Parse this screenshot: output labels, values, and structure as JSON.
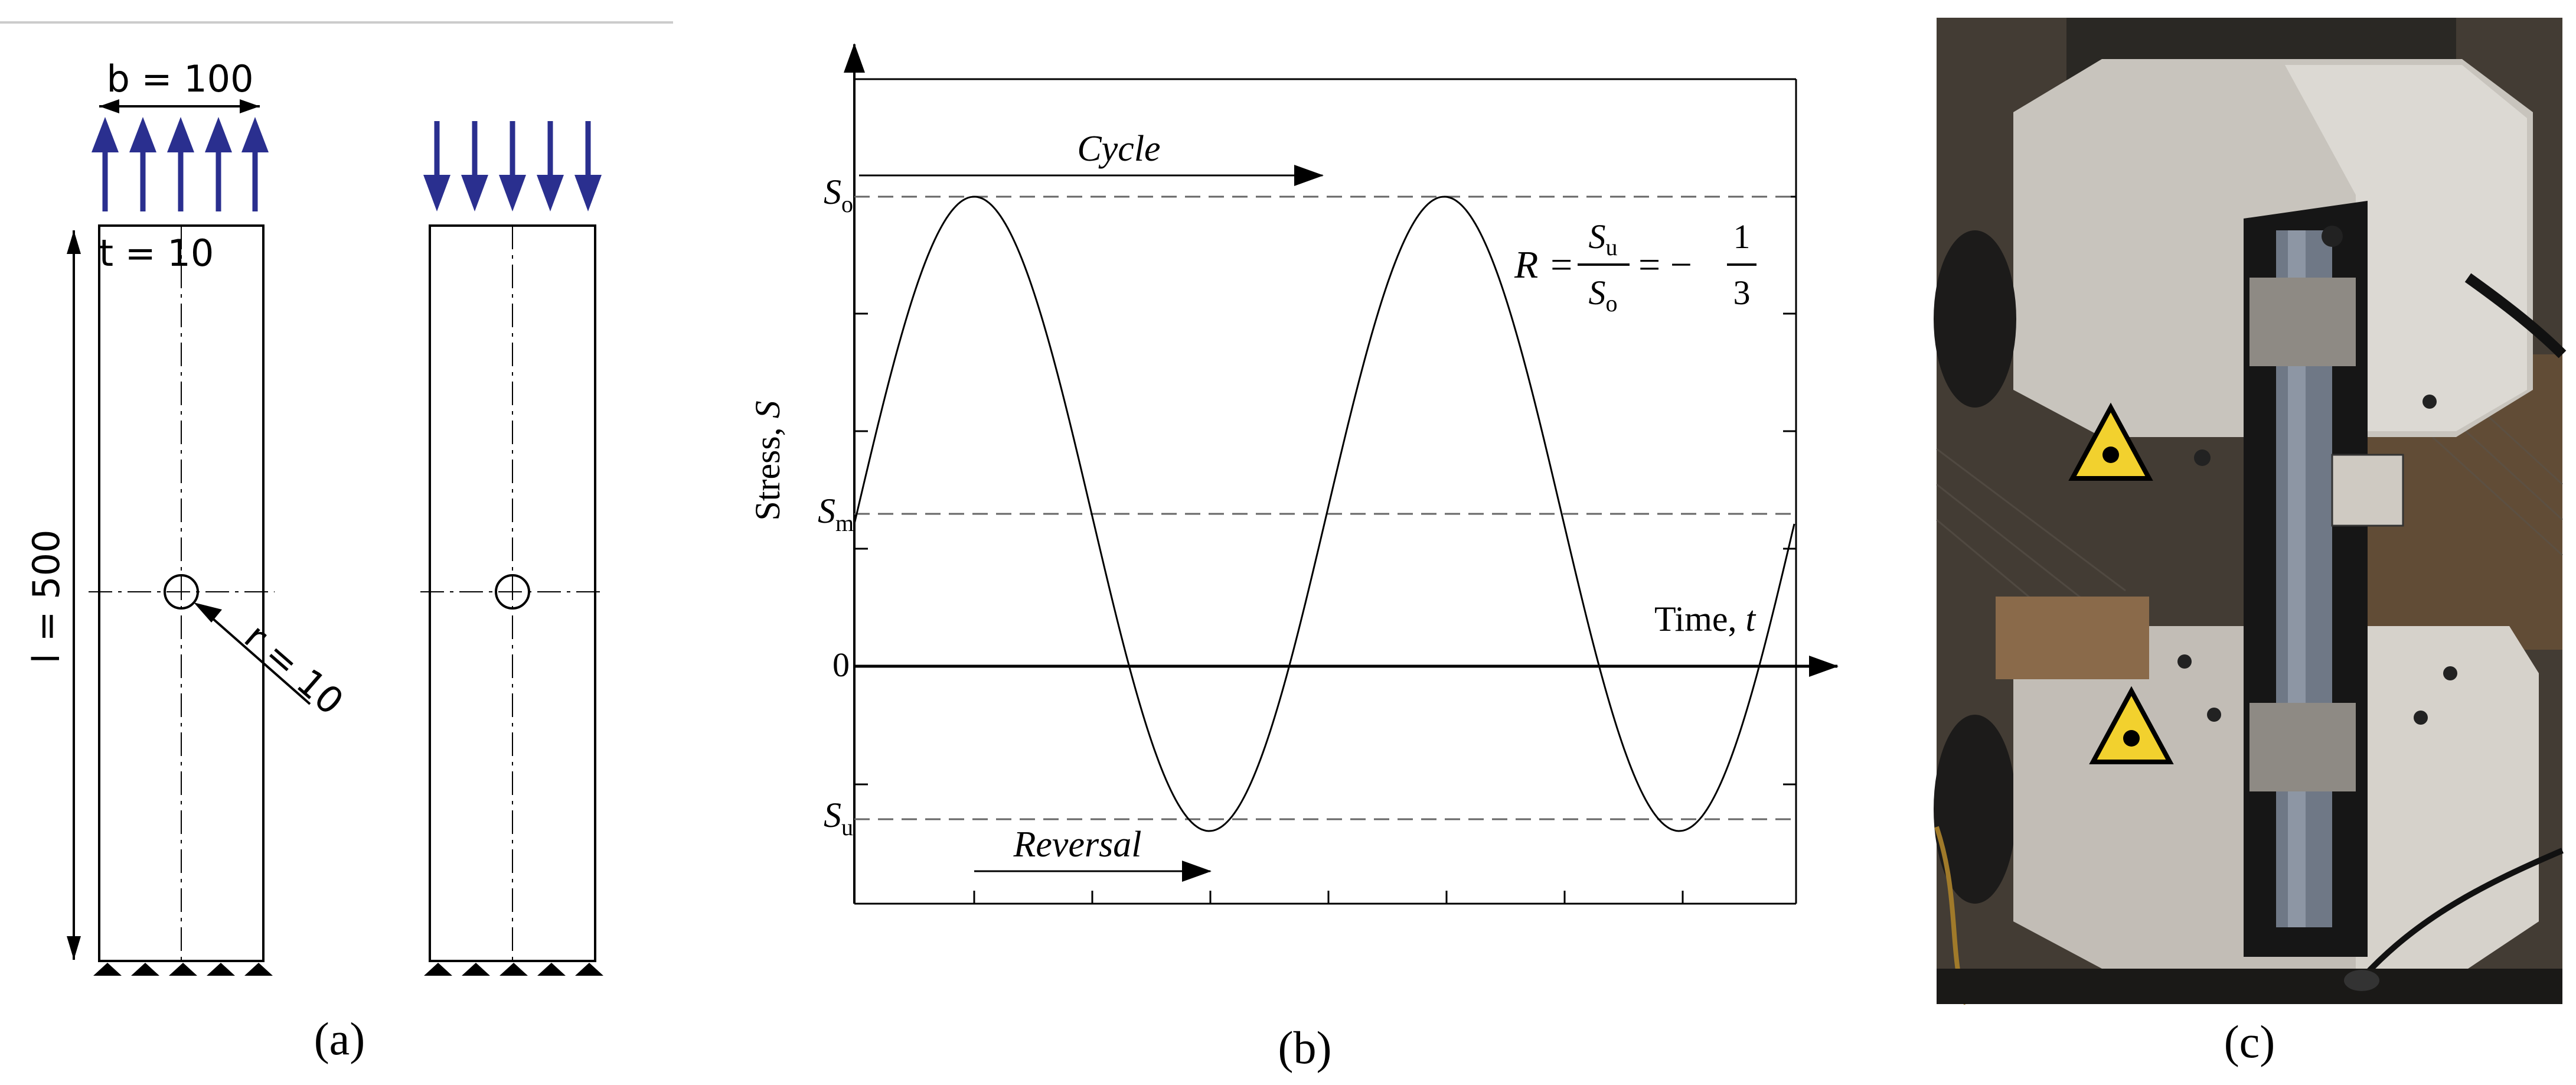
{
  "panel_a": {
    "b_label": "b = 100",
    "t_label": "t = 10",
    "l_label": "l = 500",
    "r_label": "r = 10",
    "caption": "(a)"
  },
  "panel_b": {
    "y_label_text": "Stress, ",
    "y_label_var": "S",
    "x_label_text": "Time, ",
    "x_label_var": "t",
    "so_main": "S",
    "so_sub": "o",
    "sm_main": "S",
    "sm_sub": "m",
    "su_main": "S",
    "su_sub": "u",
    "zero": "0",
    "cycle": "Cycle",
    "reversal": "Reversal",
    "r_lhs": "R =",
    "r_num_main": "S",
    "r_num_sub": "u",
    "r_den_main": "S",
    "r_den_sub": "o",
    "r_eq": "= −",
    "r_val_num": "1",
    "r_val_den": "3",
    "caption": "(b)"
  },
  "panel_c": {
    "caption": "(c)"
  },
  "colors": {
    "arrow_blue": "#2a2f8f",
    "line": "#000000",
    "dash": "#666666",
    "yellow": "#f2d12e"
  }
}
